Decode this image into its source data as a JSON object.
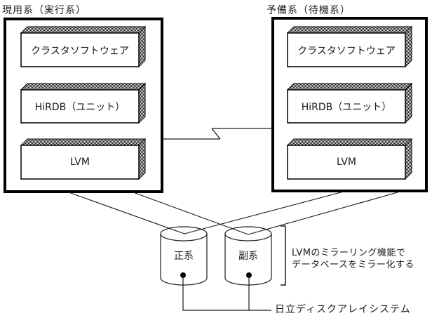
{
  "active_system": {
    "title": "現用系（実行系）",
    "components": [
      "クラスタソフトウェア",
      "HiRDB（ユニット）",
      "LVM"
    ]
  },
  "standby_system": {
    "title": "予備系（待機系）",
    "components": [
      "クラスタソフトウェア",
      "HiRDB（ユニット）",
      "LVM"
    ]
  },
  "disks": {
    "primary_label": "正系",
    "secondary_label": "副系"
  },
  "annotations": {
    "mirror_note_line1": "LVMのミラーリング機能で",
    "mirror_note_line2": "データベースをミラー化する",
    "disk_array_label": "日立ディスクアレイシステム"
  },
  "colors": {
    "line": "#1a1a1a",
    "border": "#000000",
    "background": "#ffffff"
  }
}
